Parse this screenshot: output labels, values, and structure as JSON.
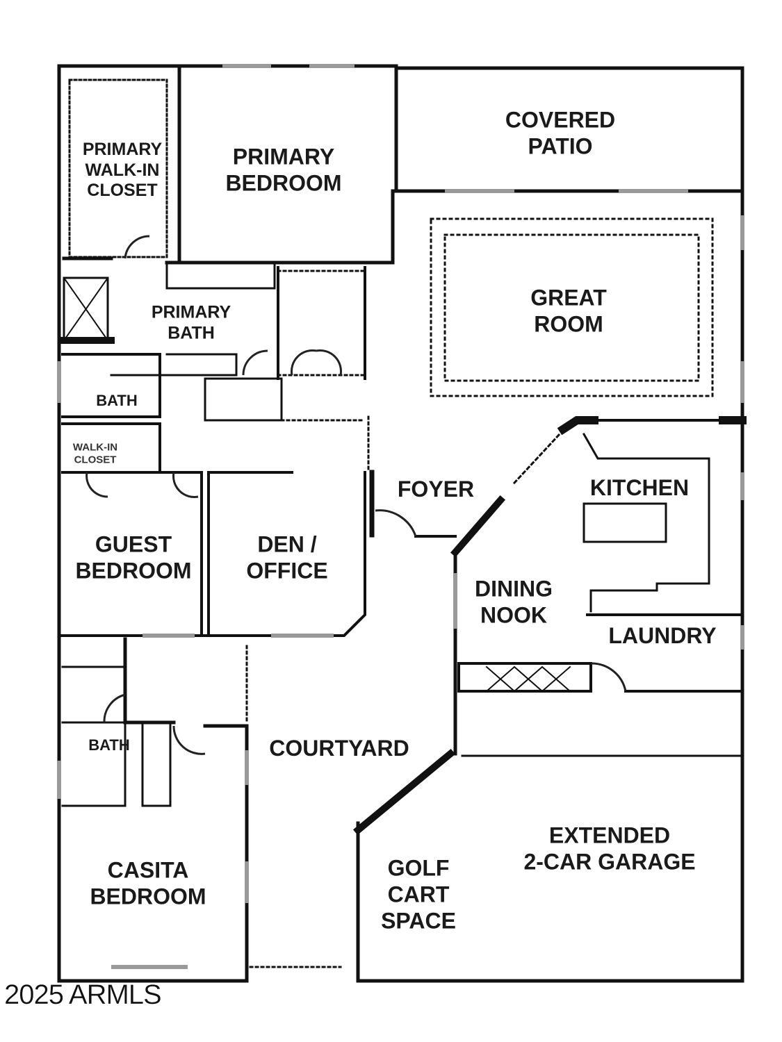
{
  "plan": {
    "rooms": {
      "primary_walk_in_closet": "PRIMARY\nWALK-IN\nCLOSET",
      "primary_bedroom": "PRIMARY\nBEDROOM",
      "covered_patio": "COVERED\nPATIO",
      "primary_bath": "PRIMARY\nBATH",
      "great_room": "GREAT\nROOM",
      "bath_1": "BATH",
      "walk_in_closet": "WALK-IN\nCLOSET",
      "foyer": "FOYER",
      "kitchen": "KITCHEN",
      "guest_bedroom": "GUEST\nBEDROOM",
      "den_office": "DEN /\nOFFICE",
      "dining_nook": "DINING\nNOOK",
      "laundry": "LAUNDRY",
      "bath_2": "BATH",
      "courtyard": "COURTYARD",
      "casita_bedroom": "CASITA\nBEDROOM",
      "golf_cart_space": "GOLF\nCART\nSPACE",
      "extended_garage": "EXTENDED\n2-CAR GARAGE"
    },
    "watermark": "2025 ARMLS"
  },
  "colors": {
    "wall": "#111111",
    "window": "#9a9a9a",
    "background": "#ffffff"
  }
}
